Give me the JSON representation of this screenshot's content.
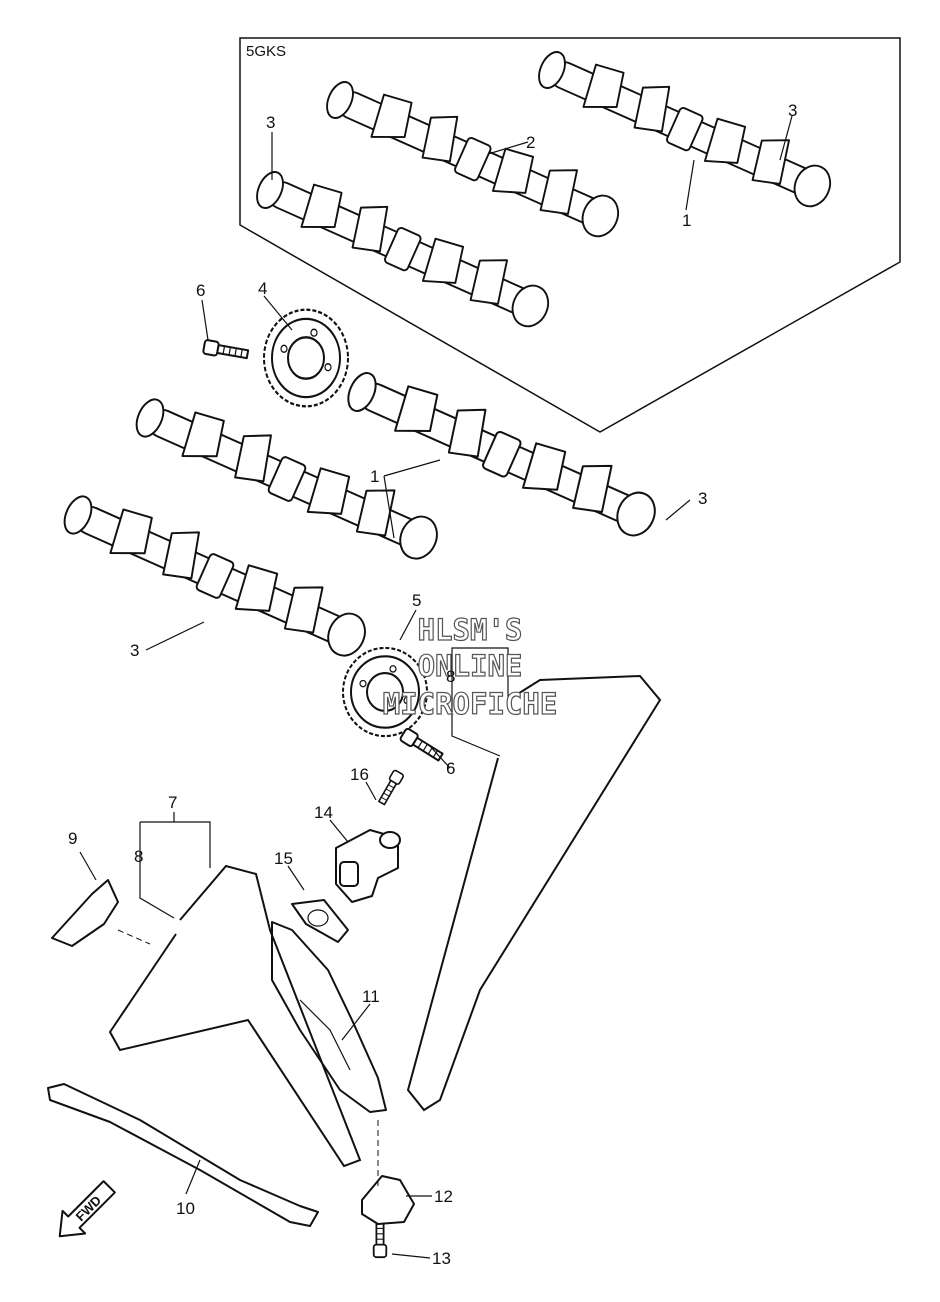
{
  "inset_label": "5GKS",
  "callouts": [
    {
      "id": "c1a",
      "text": "1"
    },
    {
      "id": "c2",
      "text": "2"
    },
    {
      "id": "c3a",
      "text": "3"
    },
    {
      "id": "c3b",
      "text": "3"
    },
    {
      "id": "c6a",
      "text": "6"
    },
    {
      "id": "c4",
      "text": "4"
    },
    {
      "id": "c1b",
      "text": "1"
    },
    {
      "id": "c3c",
      "text": "3"
    },
    {
      "id": "c5",
      "text": "5"
    },
    {
      "id": "c3d",
      "text": "3"
    },
    {
      "id": "c8a",
      "text": "8"
    },
    {
      "id": "c16",
      "text": "16"
    },
    {
      "id": "c6b",
      "text": "6"
    },
    {
      "id": "c7",
      "text": "7"
    },
    {
      "id": "c14",
      "text": "14"
    },
    {
      "id": "c9",
      "text": "9"
    },
    {
      "id": "c8b",
      "text": "8"
    },
    {
      "id": "c15",
      "text": "15"
    },
    {
      "id": "c11",
      "text": "11"
    },
    {
      "id": "c10",
      "text": "10"
    },
    {
      "id": "c12",
      "text": "12"
    },
    {
      "id": "c13",
      "text": "13"
    }
  ],
  "watermark": [
    "HLSM'S",
    "ONLINE",
    "MICROFICHE"
  ],
  "fwd_label": "FWD"
}
